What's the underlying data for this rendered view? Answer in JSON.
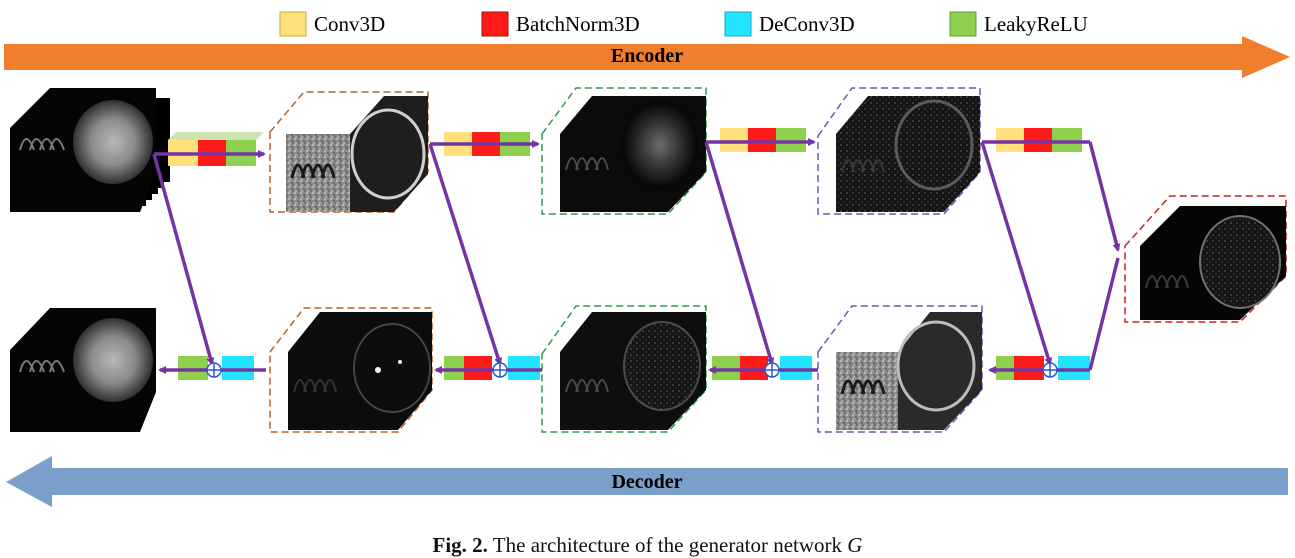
{
  "legend": {
    "conv3d": "Conv3D",
    "batchnorm3d": "BatchNorm3D",
    "deconv3d": "DeConv3D",
    "leakyrelu": "LeakyReLU"
  },
  "colors": {
    "conv3d": "#ffe07a",
    "batchnorm3d": "#ff1a1a",
    "deconv3d": "#22e4ff",
    "leakyrelu": "#8fd14f",
    "encoder_arrow": "#ef7f2c",
    "decoder_arrow": "#7a9fcb",
    "connector": "#7434a4",
    "stack_brown": "#b8642a",
    "stack_green": "#2c9a4e",
    "stack_purple": "#7a4fb0",
    "stack_red": "#c32222"
  },
  "encoder_label": "Encoder",
  "decoder_label": "Decoder",
  "caption": {
    "fig": "Fig. 2.",
    "text": " The architecture of the generator network ",
    "symbol": "G"
  }
}
